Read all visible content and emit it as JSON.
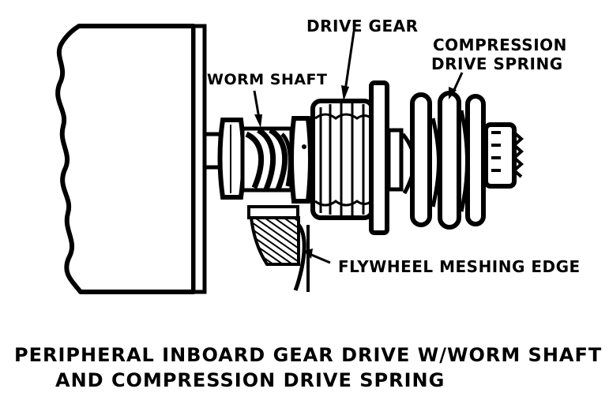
{
  "labels": {
    "drive_gear": "DRIVE GEAR",
    "compression_line1": "COMPRESSION",
    "compression_line2": "DRIVE SPRING",
    "worm_shaft": "WORM SHAFT",
    "flywheel_edge": "FLYWHEEL MESHING EDGE"
  },
  "caption": {
    "line1": "PERIPHERAL INBOARD GEAR DRIVE W/WORM SHAFT",
    "line2": "AND COMPRESSION DRIVE SPRING"
  },
  "colors": {
    "ink": "#000000",
    "paper": "#ffffff"
  }
}
